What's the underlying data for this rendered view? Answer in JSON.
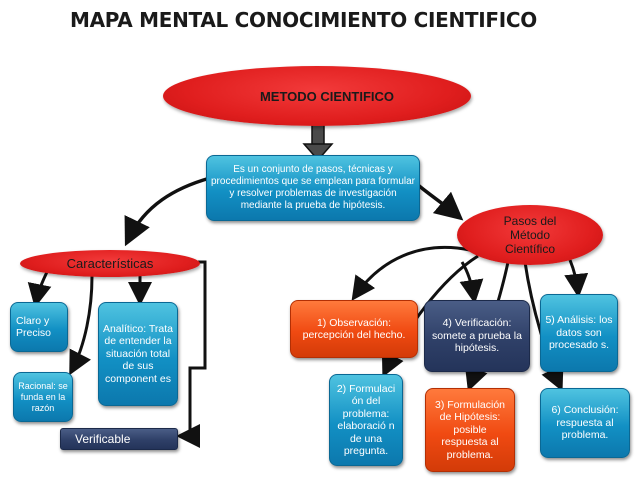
{
  "title": "MAPA MENTAL  CONOCIMIENTO CIENTIFICO",
  "nodes": {
    "metodo": "METODO CIENTIFICO",
    "definicion": "Es un conjunto de pasos, técnicas y procedimientos que se emplean para formular y resolver problemas de investigación mediante la prueba de hipótesis.",
    "pasos": "Pasos del Método Científico",
    "caracteristicas": "Características",
    "claro": "Claro y Preciso",
    "analitico": "Analítico: Trata de entender la situación total de sus component es",
    "racional": "Racional: se funda en la razón",
    "verificable": "Verificable",
    "paso1": "1) Observación: percepción del hecho.",
    "paso2": "2) Formulaci ón del problema: elaboració n de una pregunta.",
    "paso3": "3) Formulación de Hipótesis: posible respuesta al problema.",
    "paso4": "4) Verificación: somete a prueba la hipótesis.",
    "paso5": "5) Análisis: los datos son procesado s.",
    "paso6": "6) Conclusión: respuesta al problema."
  },
  "colors": {
    "ellipse": "#e01e1e",
    "blue_box": "#1290c4",
    "navy_box": "#2f4068",
    "orange_box": "#f04a12"
  }
}
